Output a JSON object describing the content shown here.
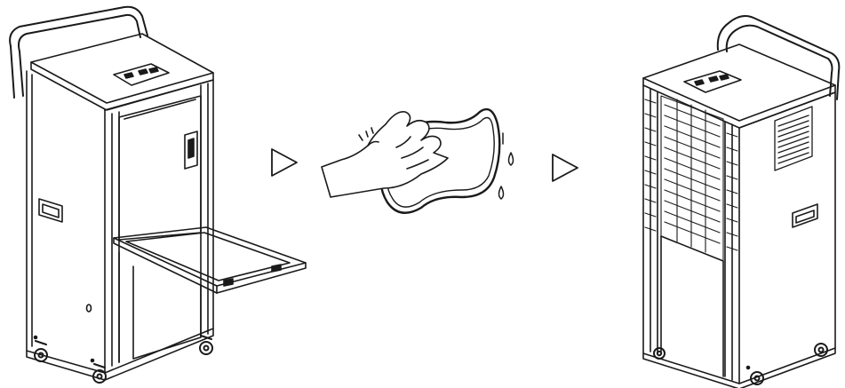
{
  "diagram": {
    "description_type": "line-art instruction sequence",
    "steps": [
      {
        "id": "step-1",
        "content": "dehumidifier-open-filter-door"
      },
      {
        "id": "step-2",
        "content": "wipe-filter-with-cloth"
      },
      {
        "id": "step-3",
        "content": "dehumidifier-closed-assembled"
      }
    ],
    "connectors": [
      "right-triangle-arrow",
      "right-triangle-arrow"
    ],
    "colors": {
      "stroke": "#1a1a1a",
      "background": "#ffffff"
    }
  }
}
